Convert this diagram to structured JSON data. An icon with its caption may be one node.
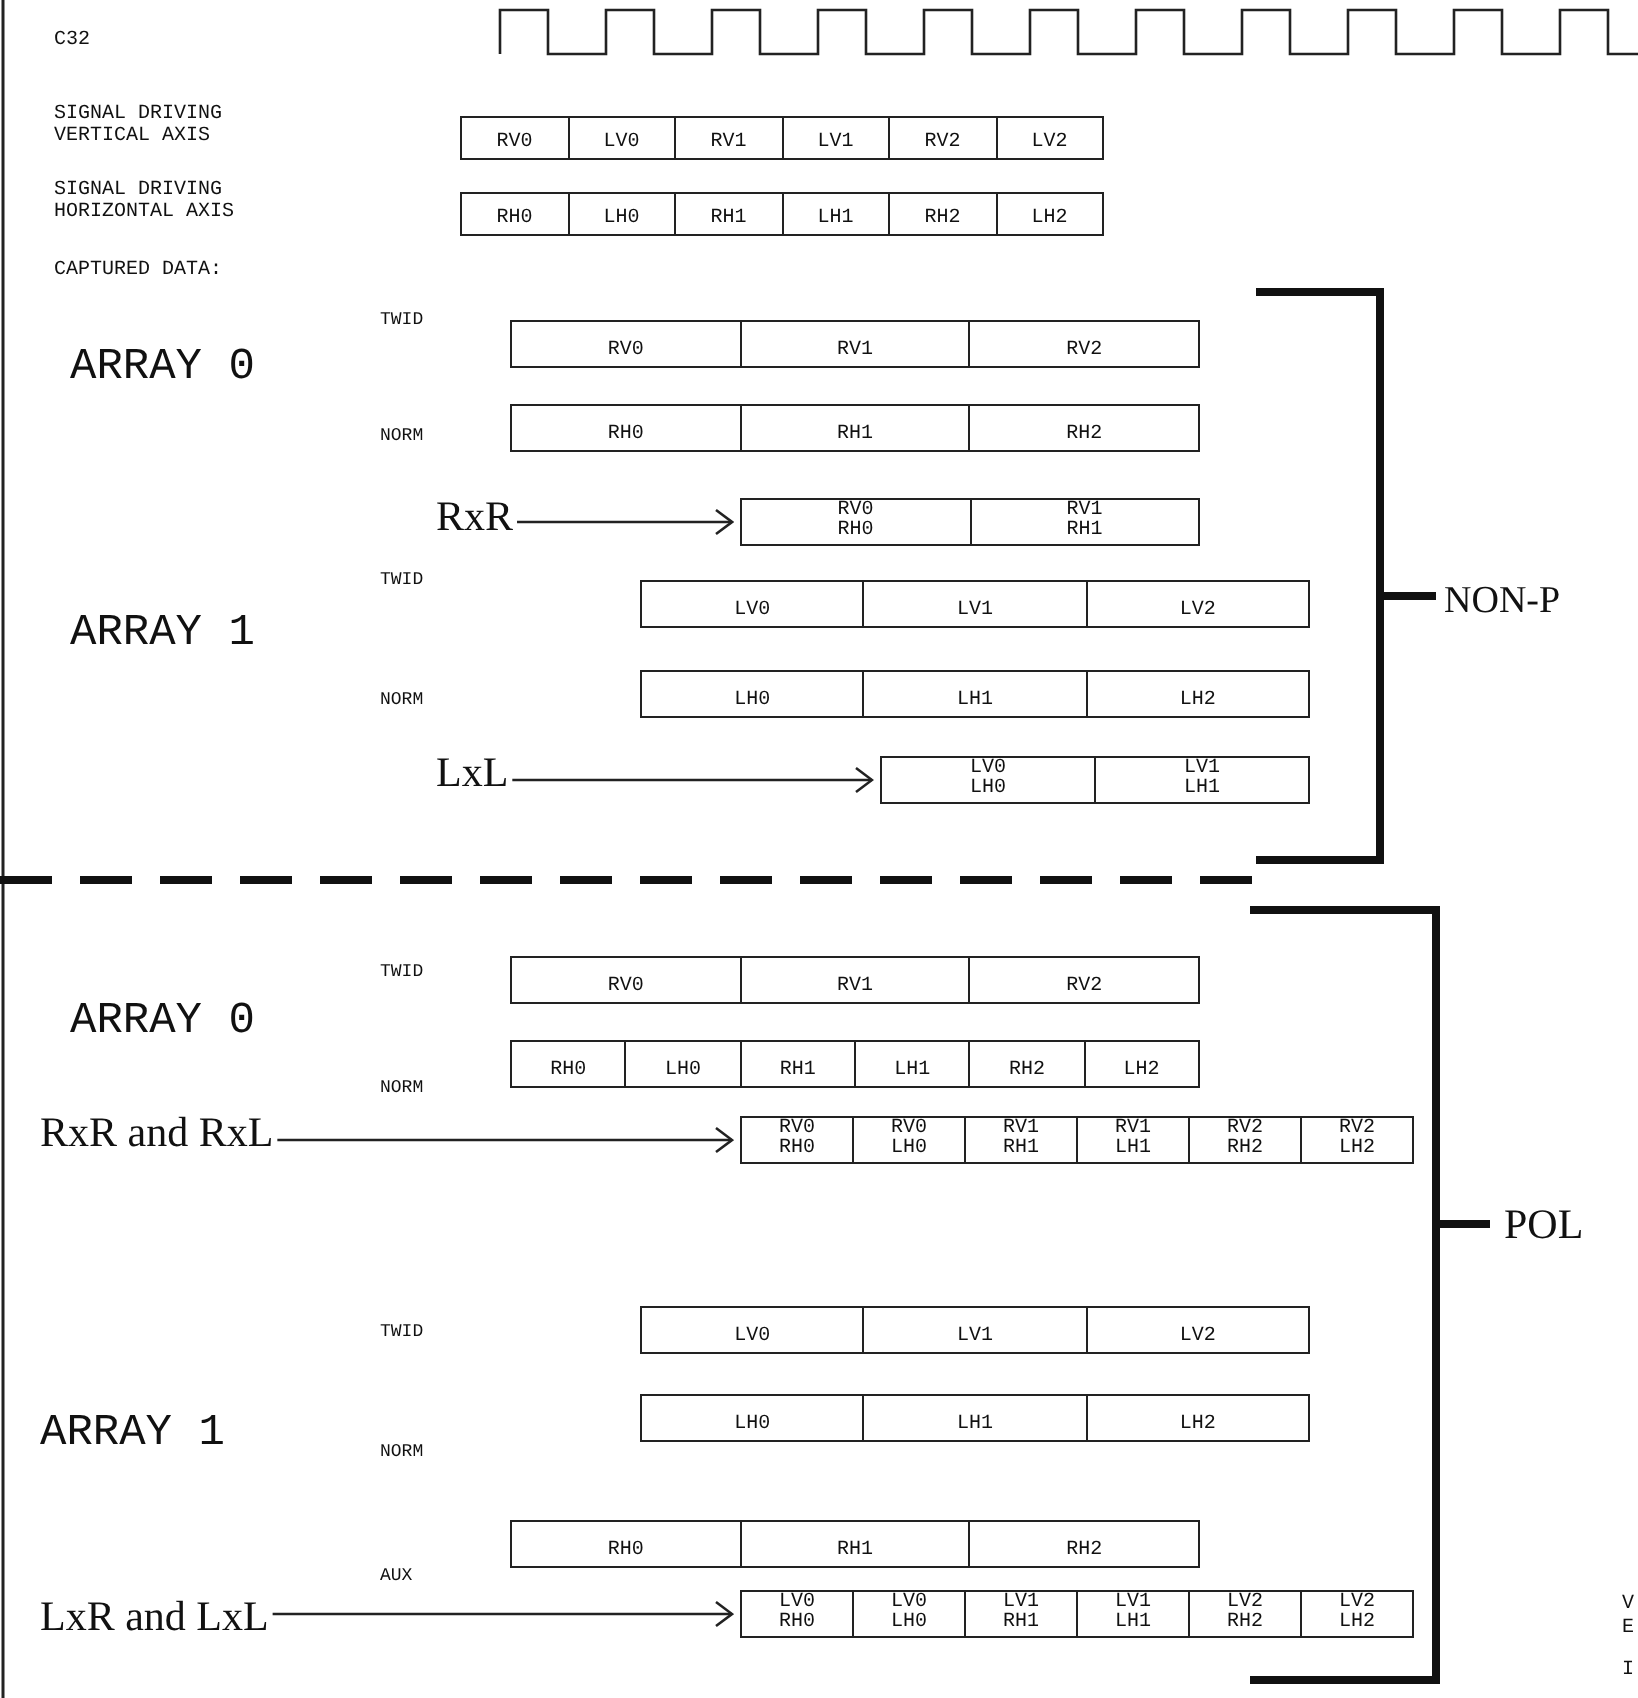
{
  "diagram": {
    "nodes": [
      {
        "text": [
          "RV0",
          "LV0",
          "RV1",
          "LV1",
          "RV2",
          "LV2"
        ]
      },
      {
        "text": [
          "RH0",
          "LH0",
          "RH1",
          "LH1",
          "RH2",
          "LH2"
        ]
      },
      {
        "text": [
          "RV0",
          "RV1",
          "RV2"
        ]
      },
      {
        "text": [
          "RH0",
          "RH1",
          "RH2"
        ]
      },
      {
        "text": [
          "RxR"
        ]
      },
      {
        "text": [
          "RV0 RH0",
          "RV1 RH1"
        ]
      },
      {
        "text": [
          "LV0",
          "LV1",
          "LV2"
        ]
      },
      {
        "text": [
          "LH0",
          "LH1",
          "LH2"
        ]
      },
      {
        "text": [
          "LxL"
        ]
      },
      {
        "text": [
          "LV0 LH0",
          "LV1 LH1"
        ]
      },
      {
        "text": [
          "RV0",
          "RV1",
          "RV2"
        ]
      },
      {
        "text": [
          "RH0",
          "LH0",
          "RH1",
          "LH1",
          "RH2",
          "LH2"
        ]
      },
      {
        "text": [
          "RxR and RxL"
        ]
      },
      {
        "text": [
          "RV0 RH0",
          "RV0 LH0",
          "RV1 RH1",
          "RV1 LH1",
          "RV2 RH2",
          "RV2 LH2"
        ]
      },
      {
        "text": [
          "LV0",
          "LV1",
          "LV2"
        ]
      },
      {
        "text": [
          "LH0",
          "LH1",
          "LH2"
        ]
      },
      {
        "text": [
          "RH0",
          "RH1",
          "RH2"
        ]
      },
      {
        "text": [
          "LxR and LxL"
        ]
      },
      {
        "text": [
          "LV0 RH0",
          "LV0 LH0",
          "LV1 RH1",
          "LV1 LH1",
          "LV2 RH2",
          "LV2 LH2"
        ]
      }
    ],
    "edges": [
      {
        "from": 4,
        "to": 5,
        "arrow": "to"
      },
      {
        "from": 8,
        "to": 9,
        "arrow": "to"
      },
      {
        "from": 12,
        "to": 13,
        "arrow": "to"
      },
      {
        "from": 17,
        "to": 18,
        "arrow": "to"
      }
    ],
    "labels": [
      "C32",
      "SIGNAL DRIVING VERTICAL AXIS",
      "SIGNAL DRIVING HORIZONTAL AXIS",
      "CAPTURED DATA:",
      "TWID",
      "ARRAY 0",
      "NORM",
      "NON-P",
      "TWID",
      "ARRAY 1",
      "NORM",
      "TWID",
      "ARRAY 0",
      "NORM",
      "POL",
      "TWID",
      "ARRAY 1",
      "NORM",
      "AUX",
      "V",
      "E",
      "I"
    ]
  }
}
